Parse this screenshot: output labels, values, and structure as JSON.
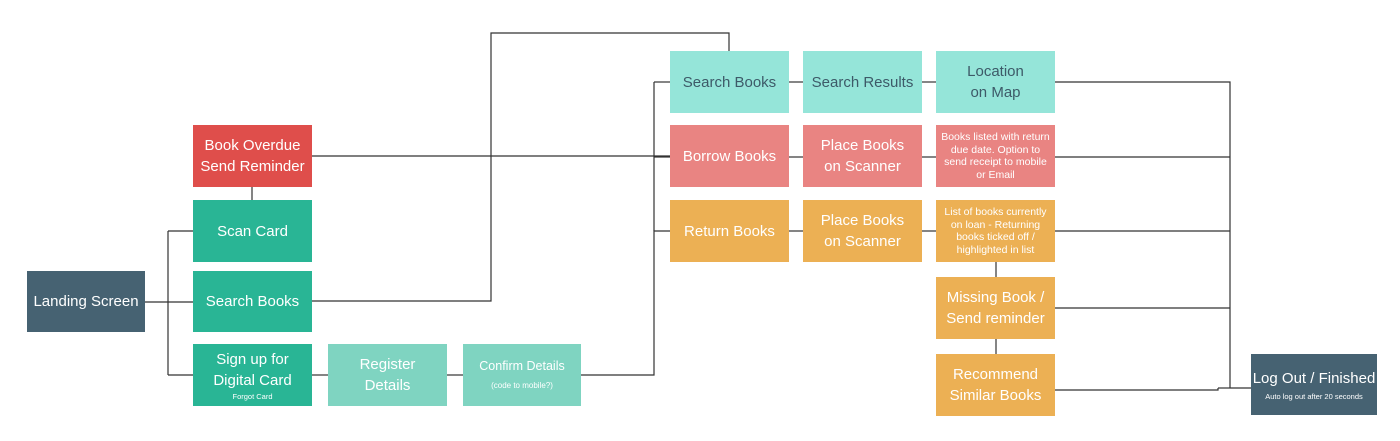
{
  "nodes": {
    "landing": [
      "Landing Screen"
    ],
    "overdue": [
      "Book Overdue",
      "Send Reminder"
    ],
    "scan_card": [
      "Scan Card"
    ],
    "search_left": [
      "Search Books"
    ],
    "signup": [
      "Sign up for",
      "Digital Card"
    ],
    "signup_note": "Forgot Card",
    "register": [
      "Register",
      "Details"
    ],
    "confirm": "Confirm Details",
    "confirm_note": "(code to mobile?)",
    "search_right": [
      "Search Books"
    ],
    "search_results": [
      "Search Results"
    ],
    "location": [
      "Location",
      "on Map"
    ],
    "borrow": [
      "Borrow Books"
    ],
    "place_borrow": [
      "Place Books",
      "on Scanner"
    ],
    "borrow_list": [
      "Books listed with return",
      "due date. Option to",
      "send receipt to mobile",
      "or Email"
    ],
    "return": [
      "Return Books"
    ],
    "place_return": [
      "Place Books",
      "on Scanner"
    ],
    "return_list": [
      "List of books currently",
      "on loan - Returning",
      "books ticked off /",
      "highlighted in list"
    ],
    "missing": [
      "Missing Book /",
      "Send reminder"
    ],
    "recommend": [
      "Recommend",
      "Similar Books"
    ],
    "logout": "Log Out / Finished",
    "logout_note": "Auto log out after 20 seconds"
  },
  "colors": {
    "dark": "#466272",
    "red": "#df4e4b",
    "teal": "#29b595",
    "mint": "#7fd4c1",
    "aqua": "#95e5d9",
    "pink": "#e98482",
    "orange": "#ecb054",
    "line": "#333333"
  }
}
